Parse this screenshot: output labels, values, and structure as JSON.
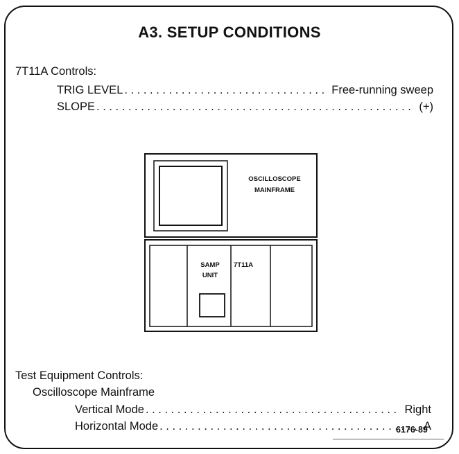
{
  "title": "A3. SETUP CONDITIONS",
  "section_7t11a": {
    "heading": "7T11A Controls:",
    "rows": [
      {
        "label": "TRIG LEVEL",
        "value": "Free-running sweep"
      },
      {
        "label": "SLOPE",
        "value": "(+)"
      }
    ]
  },
  "diagram": {
    "mainframe_label_line1": "OSCILLOSCOPE",
    "mainframe_label_line2": "MAINFRAME",
    "samp_label_line1": "SAMP",
    "samp_label_line2": "UNIT",
    "plugin_label": "7T11A"
  },
  "test_equipment": {
    "heading": "Test Equipment Controls:",
    "subheading": "Oscilloscope Mainframe",
    "rows": [
      {
        "label": "Vertical Mode",
        "value": "Right"
      },
      {
        "label": "Horizontal Mode",
        "value": "A"
      }
    ]
  },
  "figure_number": "6176-89"
}
